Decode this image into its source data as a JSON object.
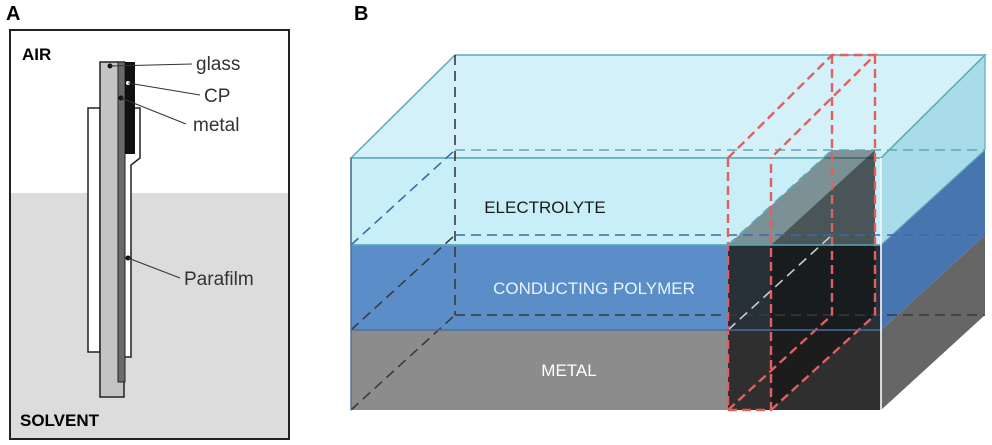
{
  "panel_a": {
    "letter": "A",
    "air_label": "AIR",
    "solvent_label": "SOLVENT",
    "callouts": {
      "glass": "glass",
      "cp": "CP",
      "metal": "metal",
      "parafilm": "Parafilm"
    }
  },
  "panel_b": {
    "letter": "B",
    "layers": {
      "electrolyte": "ELECTROLYTE",
      "conducting_polymer": "CONDUCTING POLYMER",
      "metal": "METAL"
    },
    "colors": {
      "electrolyte": "#c8eef8",
      "conducting_polymer": "#5b8ec9",
      "metal": "#8c8c8c",
      "cut_plane": "#e06060"
    }
  }
}
